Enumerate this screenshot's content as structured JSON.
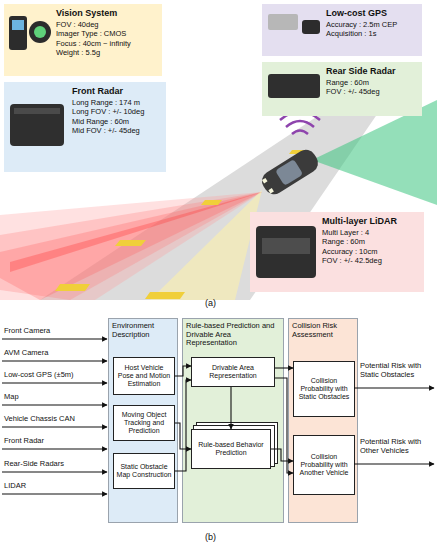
{
  "diagram": {
    "nodes": [
      {
        "text": [
          "Vision System",
          "FOV : 40deg",
          "Imager Type : CMOS",
          "Focus : 40cm ~ infinity",
          "Weight : 5.5g"
        ]
      },
      {
        "text": [
          "Low-cost GPS",
          "Accuracy : 2.5m CEP",
          "Acquisition : 1s"
        ]
      },
      {
        "text": [
          "Rear Side Radar",
          "Range : 60m",
          "FOV : +/- 45deg"
        ]
      },
      {
        "text": [
          "Front Radar",
          "Long Range : 174 m",
          "Long FOV : +/- 10deg",
          "Mid Range : 60m",
          "Mid FOV : +/- 45deg"
        ]
      },
      {
        "text": [
          "Multi-layer LiDAR",
          "Multi Layer : 4",
          "Range : 60m",
          "Accuracy : 10cm",
          "FOV : +/- 42.5deg"
        ]
      },
      {
        "text": [
          "Environment Description"
        ]
      },
      {
        "text": [
          "Host Vehicle Pose and Motion Estimation"
        ],
        "in": 5
      },
      {
        "text": [
          "Moving Object Tracking and Prediction"
        ],
        "in": 5
      },
      {
        "text": [
          "Static Obstacle Map Construction"
        ],
        "in": 5
      },
      {
        "text": [
          "Rule-based Prediction and Drivable Area Representation"
        ]
      },
      {
        "text": [
          "Drivable Area Representation"
        ],
        "in": 9
      },
      {
        "text": [
          "Rule-based Behavior Prediction"
        ],
        "in": 9
      },
      {
        "text": [
          "Collision Risk Assessment"
        ]
      },
      {
        "text": [
          "Collision Probability with Static Obstacles"
        ],
        "in": 12
      },
      {
        "text": [
          "Collision Probability with Another Vehicle"
        ],
        "in": 12
      }
    ],
    "edges": [
      {
        "from": 6,
        "to": 10,
        "arrow": "to"
      },
      {
        "from": 8,
        "to": 10,
        "arrow": "to"
      },
      {
        "from": 7,
        "to": 11,
        "arrow": "to"
      },
      {
        "from": 10,
        "to": 11,
        "arrow": "to"
      },
      {
        "from": 10,
        "to": 13,
        "arrow": "to"
      },
      {
        "from": 10,
        "to": 14,
        "arrow": "to"
      },
      {
        "from": 11,
        "to": 14,
        "arrow": "to"
      }
    ],
    "labels": [
      "(a)",
      "Front Camera",
      "AVM Camera",
      "Low-cost GPS (±5m)",
      "Map",
      "Vehicle Chassis CAN",
      "Front Radar",
      "Rear-Side Radars",
      "LIDAR",
      "Potential Risk with Static Obstacles",
      "Potential Risk with Other Vehicles",
      "(b)"
    ]
  }
}
